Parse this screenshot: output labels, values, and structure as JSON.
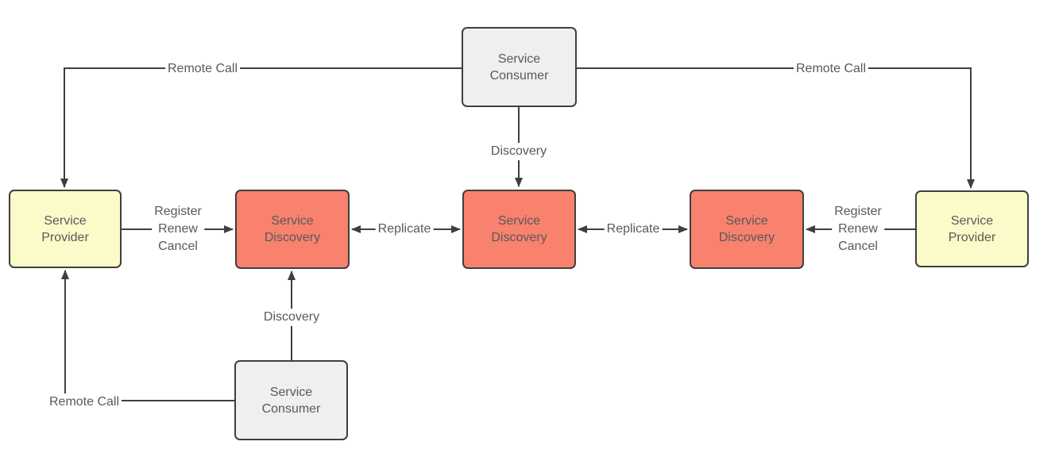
{
  "colors": {
    "canvas_bg": "#ffffff",
    "line": "#3f3f3f",
    "node_border": "#3f3f3f",
    "text": "#595959",
    "consumer_fill": "#efefef",
    "provider_fill": "#fbfbc9",
    "discovery_fill": "#f8826e"
  },
  "nodes": {
    "consumer_top": {
      "label": "Service Consumer",
      "type": "consumer"
    },
    "provider_left": {
      "label": "Service Provider",
      "type": "provider"
    },
    "discovery_left": {
      "label": "Service Discovery",
      "type": "discovery"
    },
    "discovery_mid": {
      "label": "Service Discovery",
      "type": "discovery"
    },
    "discovery_right": {
      "label": "Service Discovery",
      "type": "discovery"
    },
    "provider_right": {
      "label": "Service Provider",
      "type": "provider"
    },
    "consumer_bottom": {
      "label": "Service Consumer",
      "type": "consumer"
    }
  },
  "edges": {
    "remote_call_top_left": {
      "label": "Remote Call",
      "from": "consumer_top",
      "to": "provider_left",
      "direction": "one-way"
    },
    "remote_call_top_right": {
      "label": "Remote Call",
      "from": "consumer_top",
      "to": "provider_right",
      "direction": "one-way"
    },
    "discovery_top": {
      "label": "Discovery",
      "from": "consumer_top",
      "to": "discovery_mid",
      "direction": "one-way"
    },
    "register_left": {
      "label_lines": [
        "Register",
        "Renew",
        "Cancel"
      ],
      "from": "provider_left",
      "to": "discovery_left",
      "direction": "one-way"
    },
    "replicate_left": {
      "label": "Replicate",
      "from": "discovery_mid",
      "to": "discovery_left",
      "direction": "two-way"
    },
    "replicate_right": {
      "label": "Replicate",
      "from": "discovery_mid",
      "to": "discovery_right",
      "direction": "two-way"
    },
    "register_right": {
      "label_lines": [
        "Register",
        "Renew",
        "Cancel"
      ],
      "from": "provider_right",
      "to": "discovery_right",
      "direction": "one-way"
    },
    "discovery_bottom": {
      "label": "Discovery",
      "from": "consumer_bottom",
      "to": "discovery_left",
      "direction": "one-way"
    },
    "remote_call_bottom": {
      "label": "Remote Call",
      "from": "consumer_bottom",
      "to": "provider_left",
      "direction": "one-way"
    }
  }
}
